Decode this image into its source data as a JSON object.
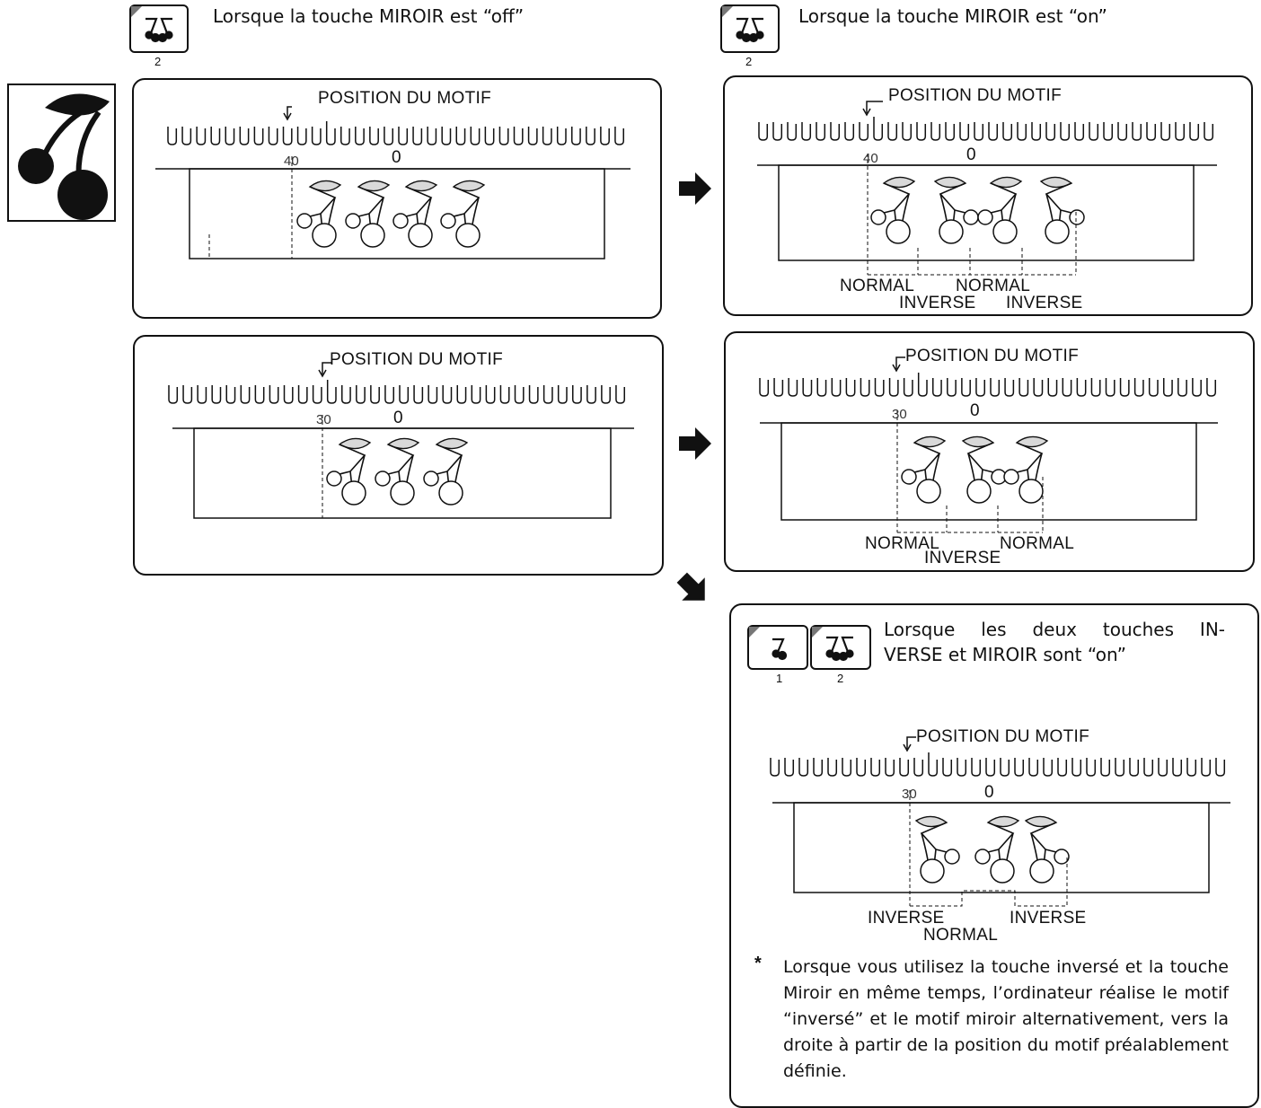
{
  "headings": {
    "mirror_off": "Lorsque la touche MIROIR est “off”",
    "mirror_on": "Lorsque la touche MIROIR est “on”",
    "both_on_line1": "Lorsque les deux touches IN-",
    "both_on_line2": "VERSE et MIROIR sont “on”"
  },
  "keys": {
    "inverse_num": "1",
    "mirror_num": "2",
    "mirror_icon": "cherry-pair-icon",
    "inverse_icon": "single-cherry-icon"
  },
  "labels": {
    "pattern_position": "POSITION DU MOTIF",
    "normal": "NORMAL",
    "inverse": "INVERSE"
  },
  "ticks": {
    "forty": "40",
    "thirty": "30",
    "zero": "0"
  },
  "note": {
    "bullet": "*",
    "text": "Lorsque vous utilisez la touche inversé et la touche Miroir en même temps, l’ordinateur réalise le motif “inversé” et le motif miroir alternativement, vers la droite à partir de la position du motif préalablement définie."
  }
}
